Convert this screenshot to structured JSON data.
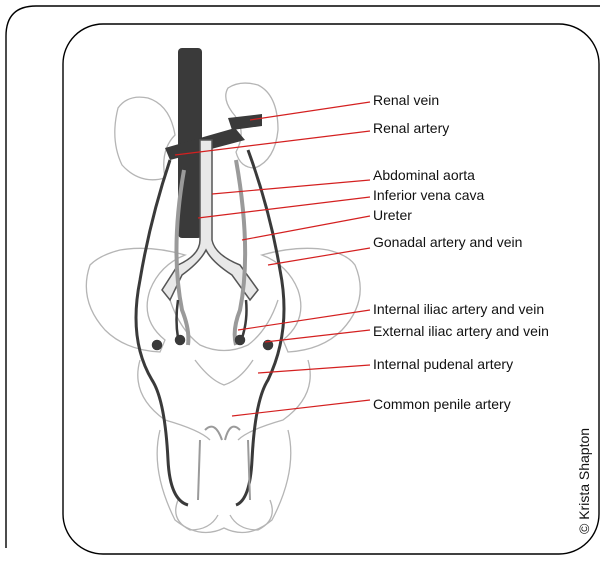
{
  "labels": [
    {
      "id": "renal-vein",
      "text": "Renal vein"
    },
    {
      "id": "renal-artery",
      "text": "Renal artery"
    },
    {
      "id": "abdominal-aorta",
      "text": "Abdominal aorta"
    },
    {
      "id": "inferior-vena-cava",
      "text": "Inferior vena cava"
    },
    {
      "id": "ureter",
      "text": "Ureter"
    },
    {
      "id": "gonadal-artery-vein",
      "text": "Gonadal artery and vein"
    },
    {
      "id": "internal-iliac",
      "text": "Internal iliac artery and vein"
    },
    {
      "id": "external-iliac",
      "text": "External iliac artery and vein"
    },
    {
      "id": "internal-pudenal",
      "text": "Internal pudenal artery"
    },
    {
      "id": "common-penile",
      "text": "Common penile artery"
    }
  ],
  "credit": "© Krista Shapton",
  "colors": {
    "leader_line": "#d42020",
    "vessel_dark": "#3a3a3a",
    "vessel_light": "#9a9a9a",
    "outline": "#b5b5b5",
    "frame": "#000000"
  }
}
